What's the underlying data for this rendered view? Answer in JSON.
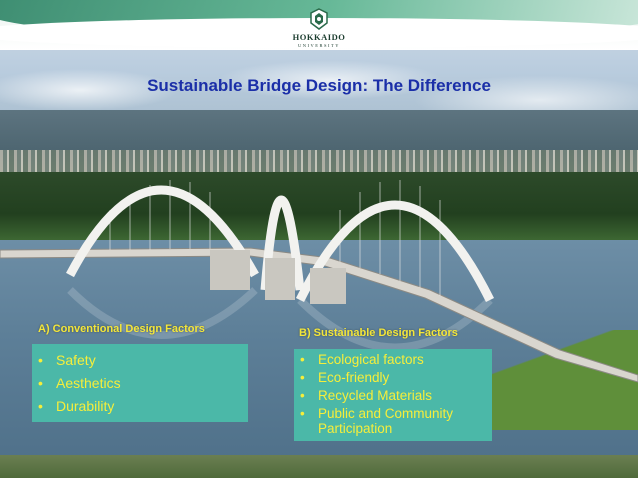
{
  "logo": {
    "name": "HOKKAIDO",
    "subtitle": "UNIVERSITY"
  },
  "slide": {
    "title": "Sustainable Bridge Design: The Difference"
  },
  "section_a": {
    "label": "A) Conventional Design Factors",
    "items": [
      "Safety",
      "Aesthetics",
      "Durability"
    ]
  },
  "section_b": {
    "label": "B) Sustainable Design Factors",
    "items": [
      "Ecological factors",
      "Eco-friendly",
      "Recycled Materials",
      "Public and Community Participation"
    ]
  },
  "bullet_glyph": "•",
  "colors": {
    "title": "#1b2fa8",
    "label": "#f3e63a",
    "box": "#4bb8a8",
    "bullet_text": "#f6ee3a",
    "header_green": "#1e7a5a"
  }
}
